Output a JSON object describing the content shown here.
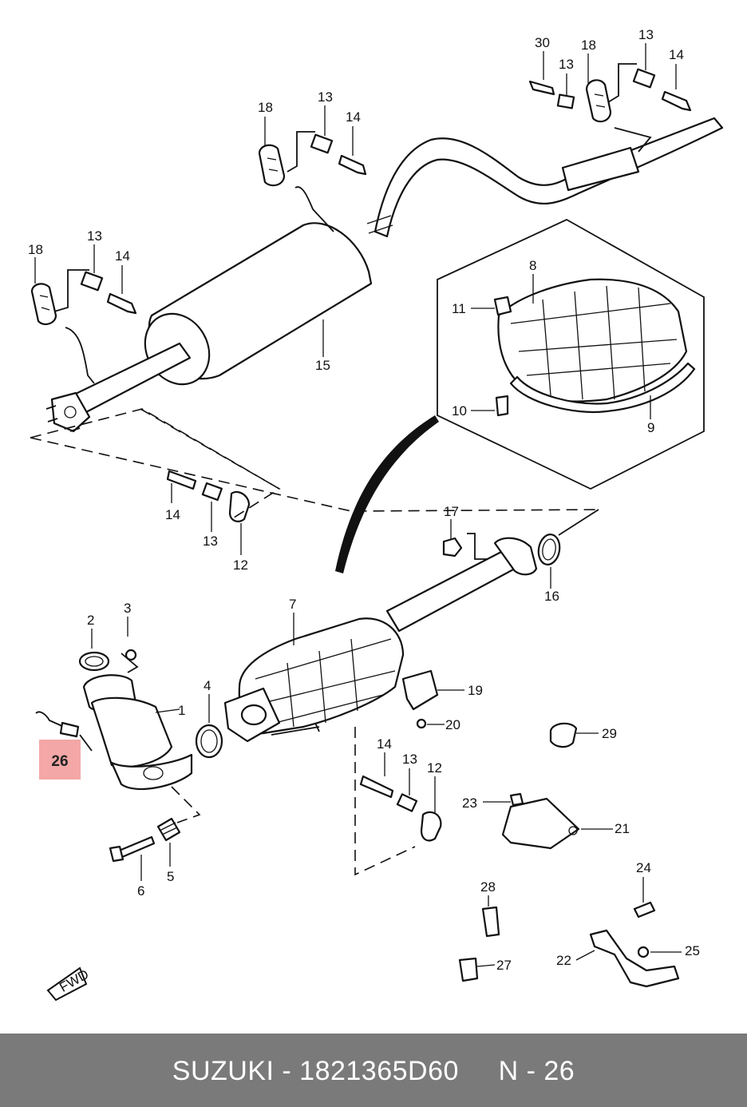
{
  "callouts": {
    "c1": "1",
    "c2": "2",
    "c3": "3",
    "c4": "4",
    "c5": "5",
    "c6": "6",
    "c7": "7",
    "c8": "8",
    "c9": "9",
    "c10": "10",
    "c11": "11",
    "c12a": "12",
    "c12b": "12",
    "c13a": "13",
    "c13b": "13",
    "c13c": "13",
    "c13d": "13",
    "c13e": "13",
    "c13f": "13",
    "c14a": "14",
    "c14b": "14",
    "c14c": "14",
    "c14d": "14",
    "c14e": "14",
    "c15": "15",
    "c16": "16",
    "c17": "17",
    "c18a": "18",
    "c18b": "18",
    "c18c": "18",
    "c19": "19",
    "c20": "20",
    "c21": "21",
    "c22": "22",
    "c23": "23",
    "c24": "24",
    "c25": "25",
    "c27": "27",
    "c28": "28",
    "c29": "29",
    "c30": "30"
  },
  "highlight": {
    "label": "26",
    "color": "#f08a8a"
  },
  "fwd_label": "FWD",
  "footer": {
    "text": "SUZUKI - 1821365D60     N - 26",
    "background": "#7a7a7a"
  }
}
